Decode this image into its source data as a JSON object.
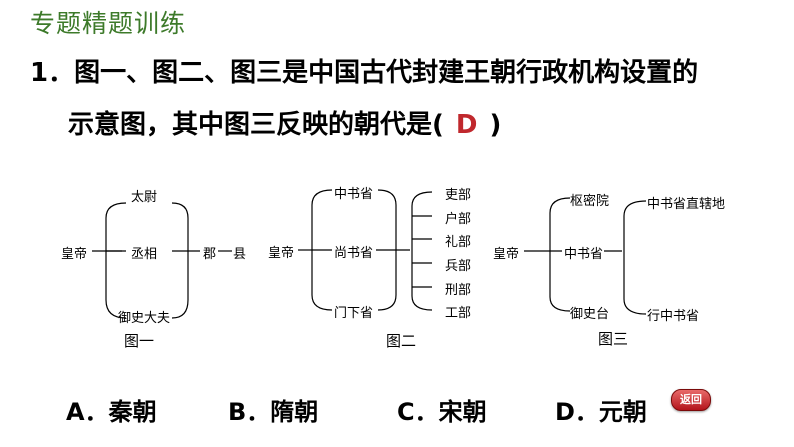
{
  "header": {
    "title": "专题精题训练"
  },
  "question": {
    "number": "1．",
    "line1": "图一、图二、图三是中国古代封建王朝行政机构设置的",
    "line2_before": "示意图，其中图三反映的朝代是(",
    "answer": "D",
    "line2_after": ")"
  },
  "diagram1": {
    "root": "皇帝",
    "branches": [
      "太尉",
      "丞相",
      "御史大夫"
    ],
    "tail1": "郡",
    "tail2": "县",
    "caption": "图一"
  },
  "diagram2": {
    "root": "皇帝",
    "branches": [
      "中书省",
      "尚书省",
      "门下省"
    ],
    "departments": [
      "吏部",
      "户部",
      "礼部",
      "兵部",
      "刑部",
      "工部"
    ],
    "caption": "图二"
  },
  "diagram3": {
    "root": "皇帝",
    "branches": [
      "枢密院",
      "中书省",
      "御史台"
    ],
    "subs": [
      "中书省直辖地",
      "行中书省"
    ],
    "caption": "图三"
  },
  "options": [
    {
      "label": "A．",
      "text": "秦朝"
    },
    {
      "label": "B．",
      "text": "隋朝"
    },
    {
      "label": "C．",
      "text": "宋朝"
    },
    {
      "label": "D．",
      "text": "元朝"
    }
  ],
  "back_button": {
    "label": "返回",
    "icon": "back-button-icon",
    "color": "#c0282d"
  }
}
